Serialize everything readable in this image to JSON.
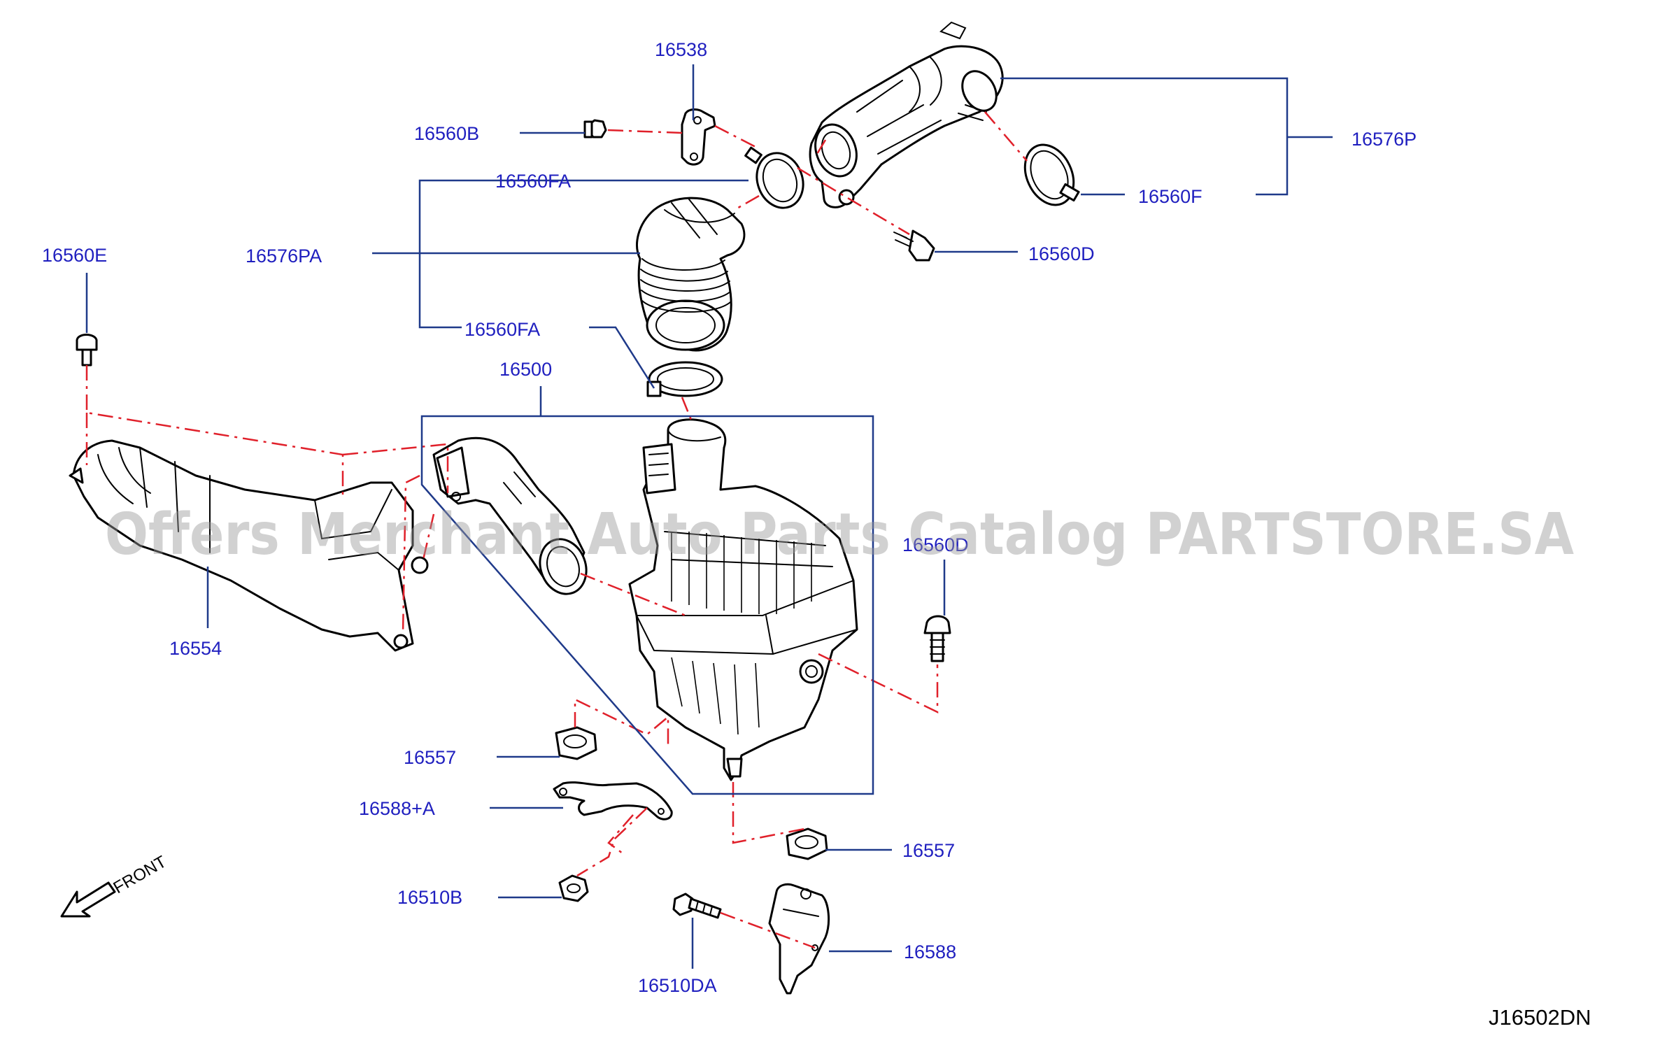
{
  "labels": {
    "p16538": "16538",
    "p16560B": "16560B",
    "p16560FA_top": "16560FA",
    "p16576P": "16576P",
    "p16560F": "16560F",
    "p16560E": "16560E",
    "p16576PA": "16576PA",
    "p16560D_top": "16560D",
    "p16560FA_bottom": "16560FA",
    "p16500": "16500",
    "p16560D_right": "16560D",
    "p16554": "16554",
    "p16557_left": "16557",
    "p16588A": "16588+A",
    "p16557_right": "16557",
    "p16510B": "16510B",
    "p16588": "16588",
    "p16510DA": "16510DA"
  },
  "front_label": "FRONT",
  "diagram_code": "J16502DN",
  "watermark": "Offers Merchant Auto Parts Catalog PARTSTORE.SA",
  "colors": {
    "label": "#1f1fbf",
    "leader": "#1f3a8a",
    "dashed_connector": "#e0202a",
    "line_art": "#000000"
  }
}
